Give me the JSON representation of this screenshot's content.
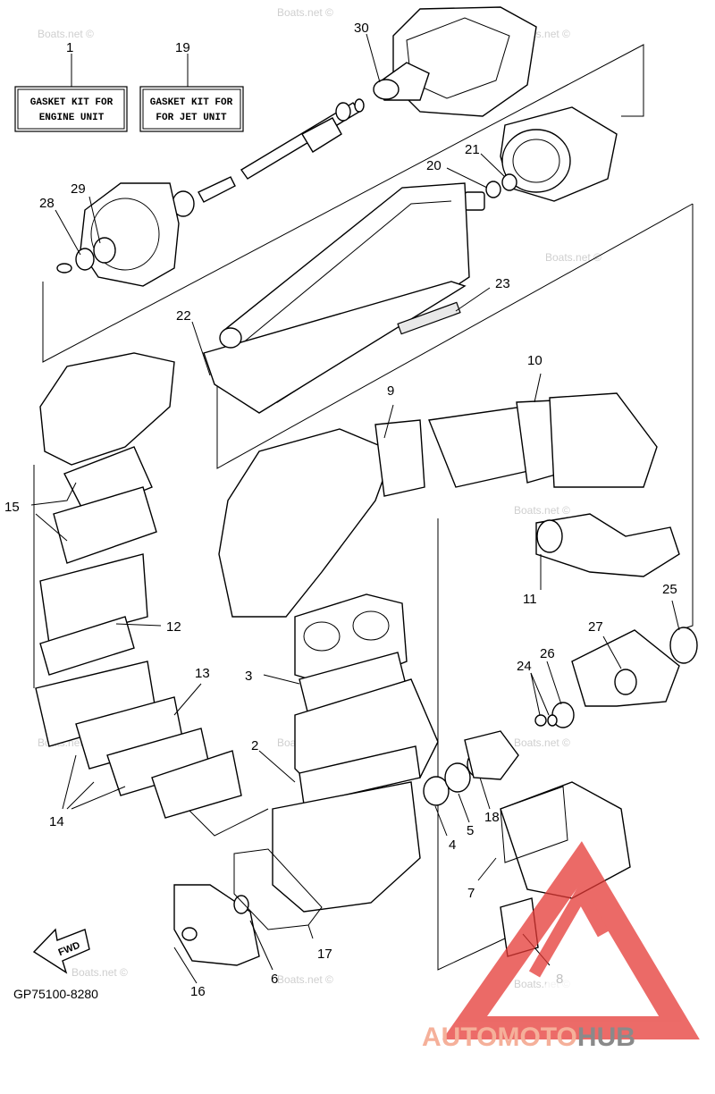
{
  "kit_boxes": [
    {
      "number": "1",
      "line1": "GASKET KIT FOR",
      "line2": "ENGINE UNIT"
    },
    {
      "number": "19",
      "line1": "GASKET KIT FOR",
      "line2": "FOR JET UNIT"
    }
  ],
  "callouts": [
    "30",
    "29",
    "28",
    "21",
    "20",
    "23",
    "22",
    "10",
    "9",
    "15",
    "11",
    "25",
    "12",
    "27",
    "26",
    "24",
    "13",
    "3",
    "2",
    "14",
    "4",
    "5",
    "18",
    "7",
    "17",
    "6",
    "16",
    "8"
  ],
  "watermark": "Boats.net ©",
  "diagram_code": "GP75100-8280",
  "fwd_label": "FWD",
  "brand": {
    "part1": "AUTOMOTO",
    "part2": "HUB",
    "color1": "#f5b09a",
    "color2": "#8a8a8a"
  }
}
